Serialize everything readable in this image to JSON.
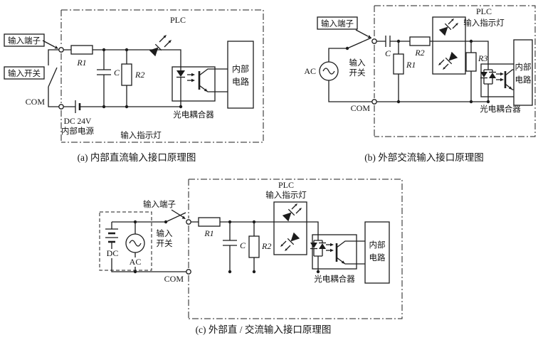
{
  "figure": {
    "background": "#ffffff",
    "line_color": "#1c1c1c"
  },
  "diagram_a": {
    "caption": "(a) 内部直流输入接口原理图",
    "plc": "PLC",
    "input_terminal": "输入端子",
    "input_switch": "输入开关",
    "com": "COM",
    "r1": "R1",
    "c": "C",
    "r2": "R2",
    "dc_supply_line1": "DC 24V",
    "dc_supply_line2": "内部电源",
    "indicator": "输入指示灯",
    "coupler": "光电耦合器",
    "internal_line1": "内部",
    "internal_line2": "电路"
  },
  "diagram_b": {
    "caption": "(b) 外部交流输入接口原理图",
    "plc": "PLC",
    "indicator": "输入指示灯",
    "input_terminal": "输入端子",
    "ac": "AC",
    "switch_line1": "输入",
    "switch_line2": "开关",
    "c": "C",
    "r1": "R1",
    "r2": "R2",
    "r3": "R3",
    "com": "COM",
    "coupler": "光电耦合器",
    "internal_line1": "内部",
    "internal_line2": "电路"
  },
  "diagram_c": {
    "caption": "(c) 外部直 / 交流输入接口原理图",
    "plc": "PLC",
    "indicator": "输入指示灯",
    "input_terminal": "输入端子",
    "dc": "DC",
    "ac": "AC",
    "switch_line1": "输入",
    "switch_line2": "开关",
    "r1": "R1",
    "c": "C",
    "r2": "R2",
    "com": "COM",
    "coupler": "光电耦合器",
    "internal_line1": "内部",
    "internal_line2": "电路"
  }
}
